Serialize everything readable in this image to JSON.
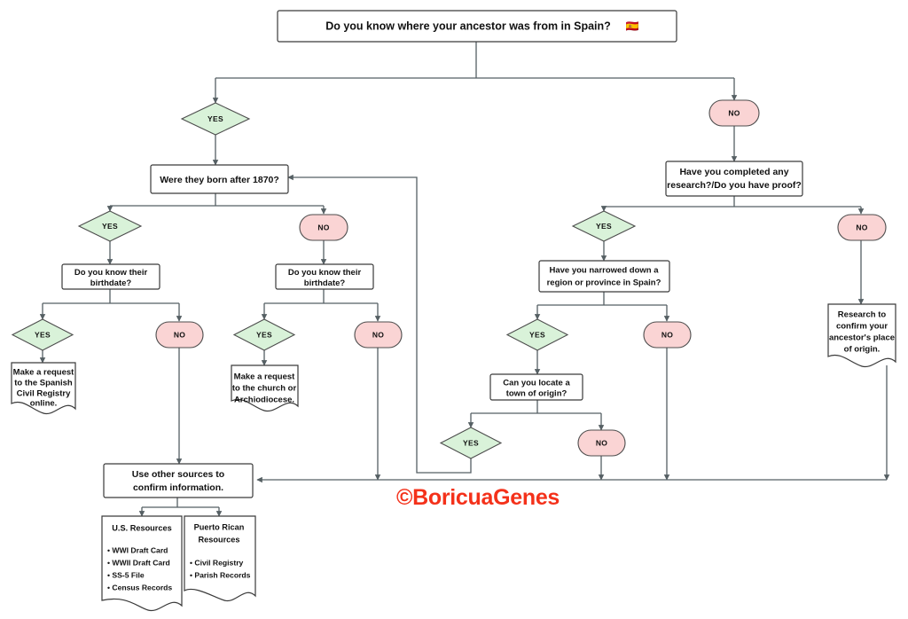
{
  "meta": {
    "kind": "flowchart",
    "title_text": "Do you know where your ancestor was from in Spain?",
    "flag_glyph": "🇪🇸",
    "watermark": "©BoricuaGenes",
    "colors": {
      "yes_fill": "#d9f2d9",
      "no_fill": "#fad4d4",
      "box_fill": "#ffffff",
      "stroke": "#3a3a3a",
      "edge": "#555f63",
      "watermark": "#f4311a"
    }
  },
  "labels": {
    "yes": "YES",
    "no": "NO"
  },
  "nodes": {
    "root_question": "Do you know where your ancestor was from in Spain?",
    "born_after_1870": "Were they born after 1870?",
    "birthdate_left": {
      "line1": "Do you know their",
      "line2": "birthdate?"
    },
    "birthdate_right": {
      "line1": "Do you know their",
      "line2": "birthdate?"
    },
    "civil_registry_doc": {
      "line1": "Make a request",
      "line2": "to the Spanish",
      "line3": "Civil Registry",
      "line4": "online."
    },
    "church_doc": {
      "line1": "Make a request",
      "line2": "to the church or",
      "line3": "Archiodiocese."
    },
    "completed_research": {
      "line1": "Have you completed any",
      "line2": "research?/Do you have proof?"
    },
    "narrowed_region": {
      "line1": "Have you narrowed down a",
      "line2": "region or province in Spain?"
    },
    "locate_town": {
      "line1": "Can you locate a",
      "line2": "town of origin?"
    },
    "research_confirm_doc": {
      "line1": "Research to",
      "line2": "confirm your",
      "line3": "ancestor's place",
      "line4": "of origin."
    },
    "use_other_sources": {
      "line1": "Use other sources to",
      "line2": "confirm information."
    },
    "us_resources": {
      "heading": "U.S. Resources",
      "items": [
        "• WWI Draft Card",
        "• WWII Draft Card",
        "• SS-5 File",
        "• Census Records"
      ]
    },
    "pr_resources": {
      "heading_line1": "Puerto Rican",
      "heading_line2": "Resources",
      "items": [
        "• Civil Registry",
        "• Parish Records"
      ]
    }
  },
  "badges": {
    "b_root_yes": "YES",
    "b_root_no": "NO",
    "b_1870_yes": "YES",
    "b_1870_no": "NO",
    "b_bd_left_yes": "YES",
    "b_bd_left_no": "NO",
    "b_bd_right_yes": "YES",
    "b_bd_right_no": "NO",
    "b_research_yes": "YES",
    "b_research_no": "NO",
    "b_region_yes": "YES",
    "b_region_no": "NO",
    "b_town_yes": "YES",
    "b_town_no": "NO"
  }
}
